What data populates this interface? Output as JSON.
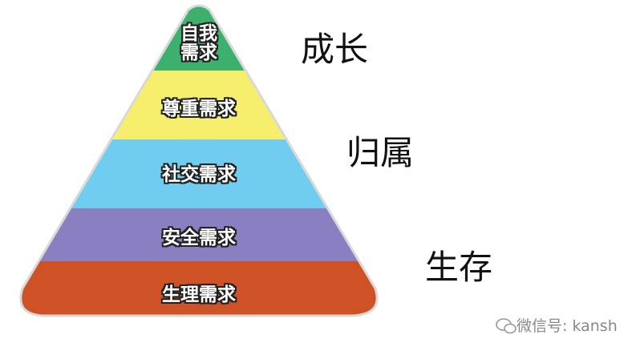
{
  "pyramid": {
    "layers": [
      {
        "label": "自我需求",
        "color": "#3db06e"
      },
      {
        "label": "尊重需求",
        "color": "#f5ef6d"
      },
      {
        "label": "社交需求",
        "color": "#71cdf0"
      },
      {
        "label": "安全需求",
        "color": "#8a7fc0"
      },
      {
        "label": "生理需求",
        "color": "#cf5226"
      }
    ],
    "self_line1": "自我",
    "self_line2": "需求"
  },
  "side_labels": {
    "growth": "成长",
    "belonging": "归属",
    "survival": "生存"
  },
  "watermark": {
    "text": "微信号: kansh"
  }
}
